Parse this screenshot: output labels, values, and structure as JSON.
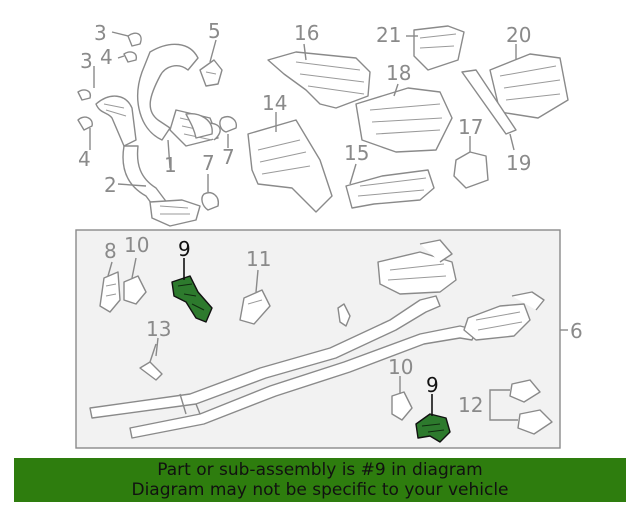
{
  "callouts": {
    "c1": "1",
    "c2": "2",
    "c3a": "3",
    "c3b": "3",
    "c4a": "4",
    "c4b": "4",
    "c5": "5",
    "c6": "6",
    "c7a": "7",
    "c7b": "7",
    "c8": "8",
    "c9a": "9",
    "c9b": "9",
    "c10a": "10",
    "c10b": "10",
    "c11": "11",
    "c12": "12",
    "c13": "13",
    "c14": "14",
    "c15": "15",
    "c16": "16",
    "c17": "17",
    "c18": "18",
    "c19": "19",
    "c20": "20",
    "c21": "21"
  },
  "highlight": {
    "part_number": "9",
    "color": "#2d7a2d",
    "banner_color": "#2e7d0e"
  },
  "banner": {
    "line1": "Part or sub-assembly is #9 in diagram",
    "line2": "Diagram may not be specific to your vehicle"
  }
}
